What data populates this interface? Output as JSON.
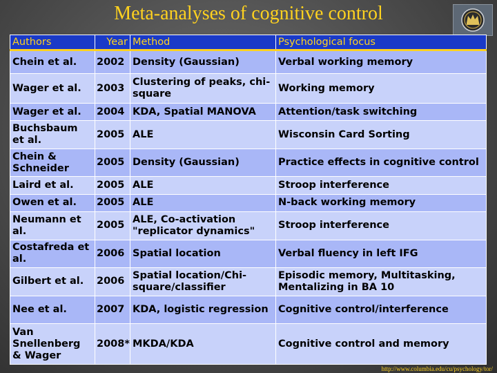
{
  "title": "Meta-analyses of cognitive control",
  "colors": {
    "accent": "#ffd21f",
    "header_bg": "#1a3ac8",
    "row_a": "#a9b7f7",
    "row_b": "#c8d2fa"
  },
  "table": {
    "headers": [
      "Authors",
      "Year",
      "Method",
      "Psychological focus"
    ],
    "rows": [
      [
        "Chein et al.",
        "2002",
        "Density (Gaussian)",
        "Verbal working memory"
      ],
      [
        "Wager et al.",
        "2003",
        "Clustering of peaks, chi-square",
        "Working memory"
      ],
      [
        "Wager et al.",
        "2004",
        "KDA, Spatial MANOVA",
        "Attention/task switching"
      ],
      [
        "Buchsbaum et al.",
        "2005",
        "ALE",
        "Wisconsin Card Sorting"
      ],
      [
        "Chein & Schneider",
        "2005",
        "Density (Gaussian)",
        "Practice effects in cognitive control"
      ],
      [
        "Laird et al.",
        "2005",
        "ALE",
        "Stroop interference"
      ],
      [
        "Owen et al.",
        "2005",
        "ALE",
        "N-back working memory"
      ],
      [
        "Neumann et al.",
        "2005",
        "ALE, Co-activation \"replicator dynamics\"",
        "Stroop interference"
      ],
      [
        "Costafreda et al.",
        "2006",
        "Spatial location",
        "Verbal fluency in left IFG"
      ],
      [
        "Gilbert et al.",
        "2006",
        "Spatial location/Chi-square/classifier",
        "Episodic memory, Multitasking, Mentalizing in BA 10"
      ],
      [
        "Nee et al.",
        "2007",
        "KDA, logistic regression",
        "Cognitive control/interference"
      ],
      [
        "Van Snellenberg & Wager",
        "2008*",
        "MKDA/KDA",
        "Cognitive control and memory"
      ]
    ]
  },
  "footer": {
    "url": "http://www.columbia.edu/cu/psychology/tor/"
  },
  "logo": {
    "icon": "crown-seal-icon"
  }
}
